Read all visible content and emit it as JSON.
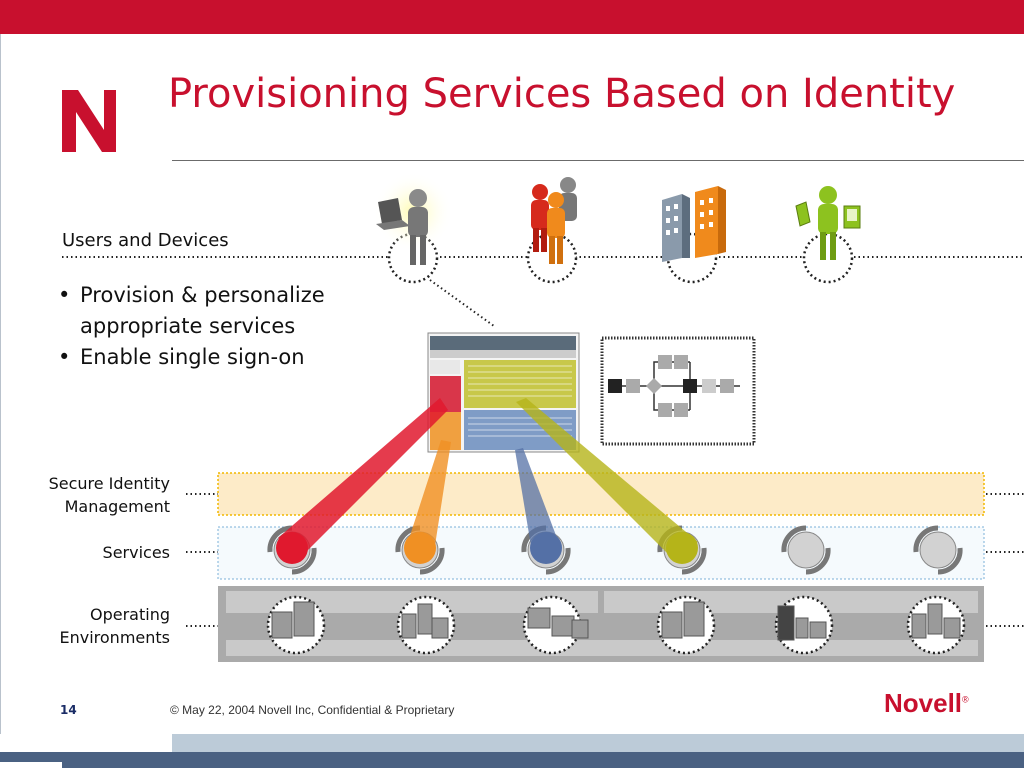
{
  "slide": {
    "title": "Provisioning Services Based on Identity",
    "users_label": "Users and Devices",
    "bullets": [
      "Provision & personalize appropriate services",
      "Enable single sign-on"
    ],
    "layers": {
      "sim_line1": "Secure Identity",
      "sim_line2": "Management",
      "services": "Services",
      "os_line1": "Operating",
      "os_line2": "Environments"
    },
    "footer": {
      "slide_number": "14",
      "copyright": "© May 22, 2004 Novell Inc, Confidential & Proprietary",
      "brand": "Novell"
    }
  },
  "colors": {
    "brand_red": "#c8102e",
    "sim_band": "#fdebc8",
    "services_band": "#f5fafd",
    "os_band": "#aaaaaa",
    "beam_red": "#e0192e",
    "beam_orange": "#f09023",
    "beam_blue": "#5470a6",
    "beam_olive": "#b5b419"
  },
  "icons": [
    "novell-n-logo",
    "laptop-user-icon",
    "group-users-icon",
    "buildings-icon",
    "mobile-devices-icon",
    "portal-screen-image",
    "workflow-diagram-image",
    "service-cycle-icon",
    "server-icon"
  ]
}
